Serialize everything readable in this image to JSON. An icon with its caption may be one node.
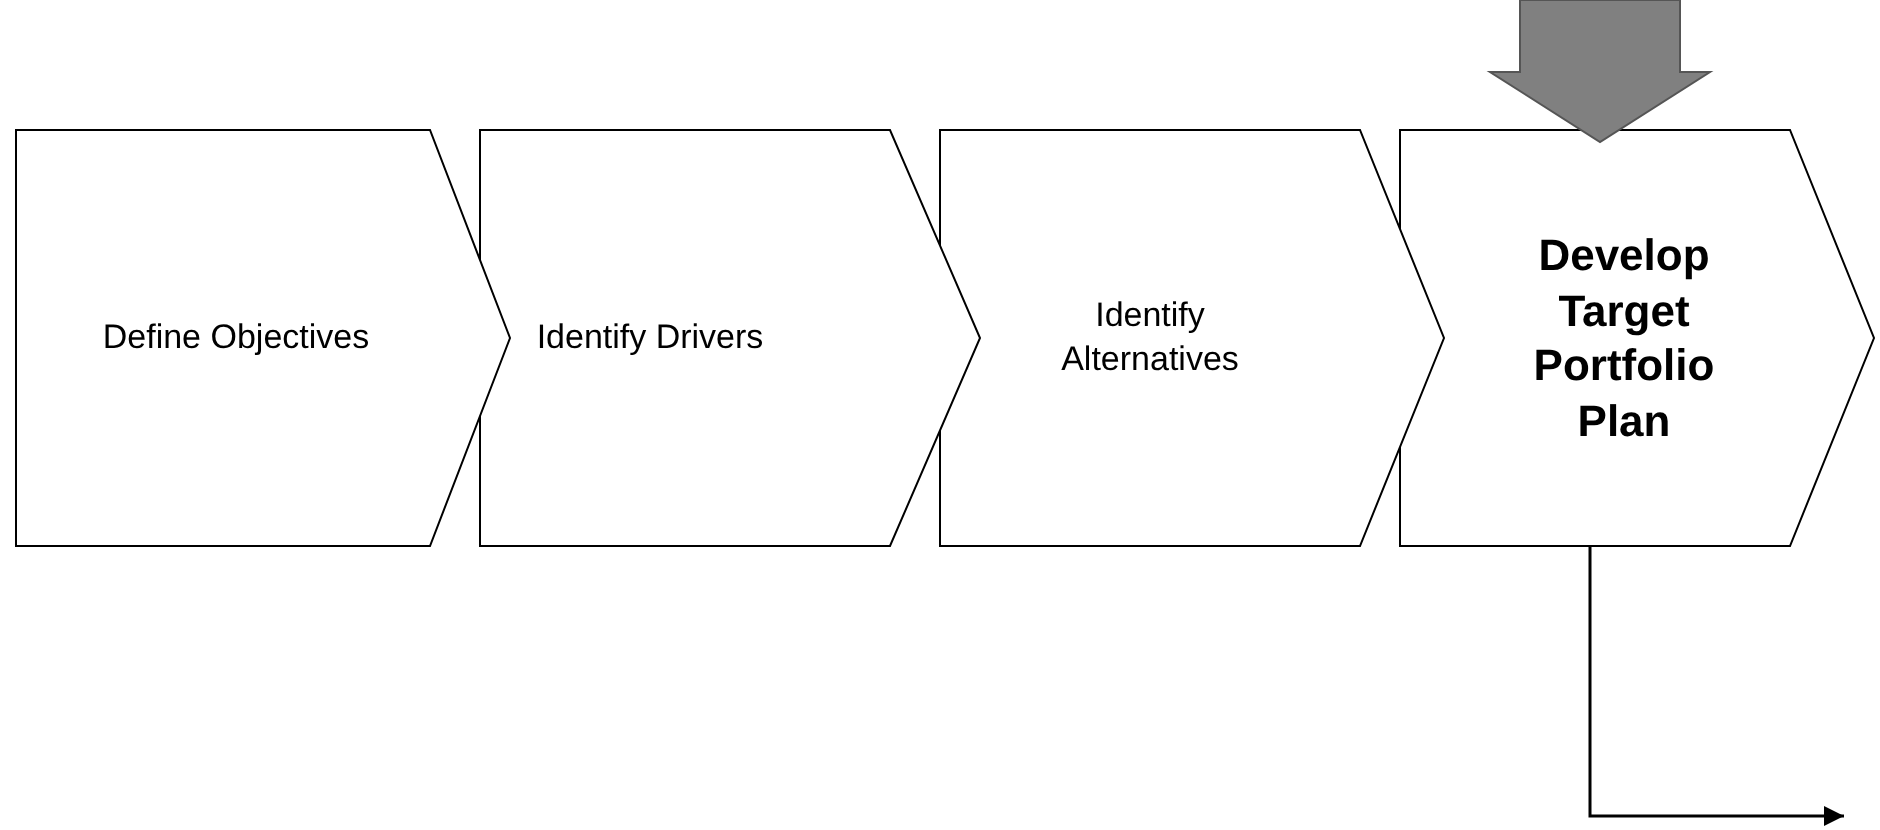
{
  "diagram": {
    "nodes": [
      {
        "text": [
          "Define Objectives"
        ]
      },
      {
        "text": [
          "Identify Drivers"
        ]
      },
      {
        "text": [
          "Identify Alternatives"
        ]
      },
      {
        "text": [
          "Develop Target Portfolio Plan"
        ]
      }
    ],
    "edges": [
      {
        "from": null,
        "to": 3,
        "arrow": "to",
        "style": "thick",
        "color": "#808080"
      },
      {
        "from": 3,
        "to": null,
        "arrow": "to"
      }
    ]
  }
}
